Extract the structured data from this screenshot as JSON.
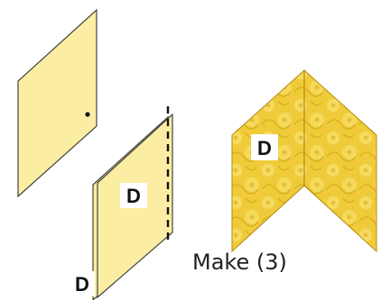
{
  "colors": {
    "pale_fabric": "#fbeea2",
    "pale_fabric_edge": "#444444",
    "print_fabric_light": "#f1d03f",
    "print_fabric_dark": "#d8a814",
    "label_bg": "#ffffff",
    "label_text": "#111111"
  },
  "labels": {
    "folded_diamond": "D",
    "folded_diamond_under": "D",
    "chevron_unit": "D"
  },
  "caption": "Make (3)"
}
